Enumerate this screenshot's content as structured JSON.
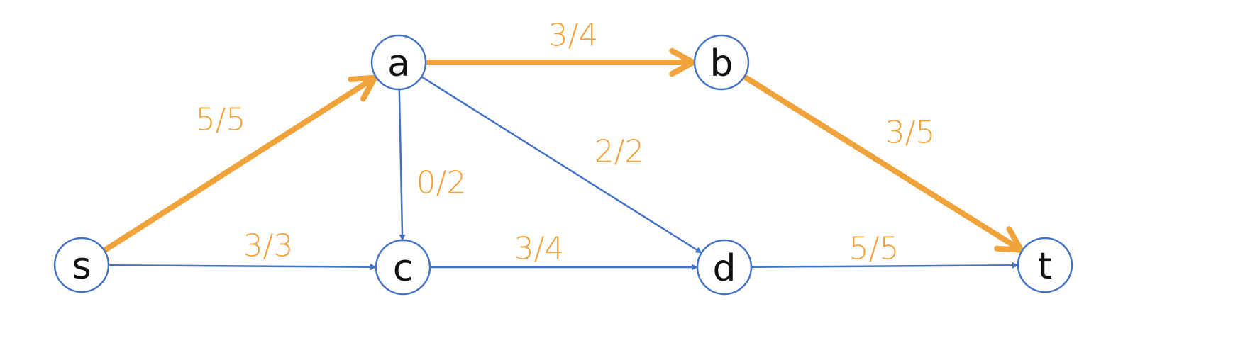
{
  "diagram": {
    "colors": {
      "edge": "#4472C4",
      "highlight": "#F0A23B",
      "node_stroke": "#4472C4",
      "label": "#F0A23B"
    },
    "nodes": [
      {
        "id": "s",
        "label": "s"
      },
      {
        "id": "a",
        "label": "a"
      },
      {
        "id": "b",
        "label": "b"
      },
      {
        "id": "c",
        "label": "c"
      },
      {
        "id": "d",
        "label": "d"
      },
      {
        "id": "t",
        "label": "t"
      }
    ],
    "edges": [
      {
        "from": "s",
        "to": "a",
        "label": "5/5",
        "highlighted": true
      },
      {
        "from": "s",
        "to": "c",
        "label": "3/3",
        "highlighted": false
      },
      {
        "from": "a",
        "to": "b",
        "label": "3/4",
        "highlighted": true
      },
      {
        "from": "a",
        "to": "c",
        "label": "0/2",
        "highlighted": false
      },
      {
        "from": "a",
        "to": "d",
        "label": "2/2",
        "highlighted": false
      },
      {
        "from": "b",
        "to": "t",
        "label": "3/5",
        "highlighted": true
      },
      {
        "from": "c",
        "to": "d",
        "label": "3/4",
        "highlighted": false
      },
      {
        "from": "d",
        "to": "t",
        "label": "5/5",
        "highlighted": false
      }
    ]
  }
}
